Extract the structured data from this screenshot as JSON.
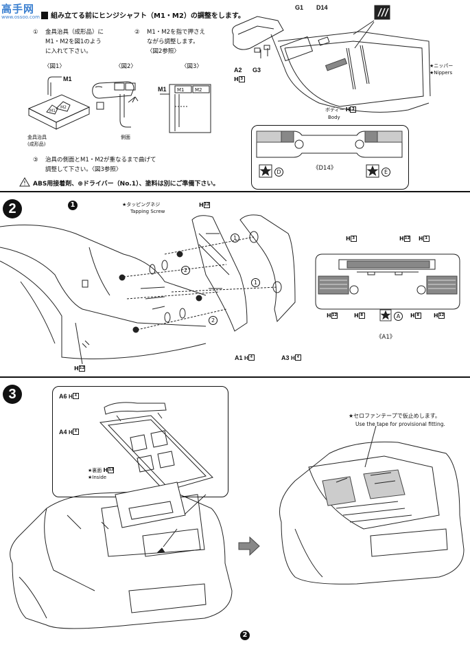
{
  "watermark": {
    "brand": "高手网",
    "url": "www.ossoo.com"
  },
  "step1": {
    "title": "組み立てる前にヒンジシャフト（M1・M2）の調整をします。",
    "instr1_num": "①",
    "instr1": [
      "金具治具（成形品）に",
      "M1・M2を図1のよう",
      "に入れて下さい。"
    ],
    "instr2_num": "②",
    "instr2": [
      "M1・M2を指で押さえ",
      "ながら調整します。",
      "〈図2参照〉"
    ],
    "fig1": "〈図1〉",
    "fig2": "〈図2〉",
    "fig3": "〈図3〉",
    "m1": "M1",
    "m2": "M2",
    "m1_box": "M1",
    "m2_box": "M2",
    "jig_label": [
      "金具治具",
      "(成形品)"
    ],
    "side_label": "側面",
    "instr3_num": "③",
    "instr3": [
      "治具の側面とM1・M2が重なるまで曲げて",
      "調整して下さい。〈図3参照〉"
    ],
    "g1": "G1",
    "d14": "D14",
    "a2": "A2",
    "g3": "G3",
    "h3": "3",
    "body_jp": "ボディー",
    "body_en": "Body",
    "nippers_jp": "★ニッパー",
    "nippers_en": "★Nippers",
    "d14_caption": "《D14》",
    "d_mark": "D",
    "e_mark": "E"
  },
  "warning": "ABS用接着剤、⊕ドライバー（No.1）、塗料は別にご準備下さい。",
  "step2": {
    "num": "2",
    "part_ref": "1",
    "screw_jp": "★タッピングネジ",
    "screw_en": "Tapping Screw",
    "h12": "12",
    "h4": "4",
    "h3": "3",
    "h1": "1",
    "h8": "8",
    "circle1": "1",
    "circle2": "2",
    "a1": "A1",
    "a3": "A3",
    "a_mark": "A",
    "a1_caption": "《A1》"
  },
  "step3": {
    "num": "3",
    "part_ref": "2",
    "a6": "A6",
    "a4": "A4",
    "h4": "4",
    "h12": "12",
    "inside_jp": "★裏面",
    "inside_en": "★Inside",
    "tape_jp": "★セロファンテープで仮止めします。",
    "tape_en": "Use the tape for provisional fitting."
  }
}
